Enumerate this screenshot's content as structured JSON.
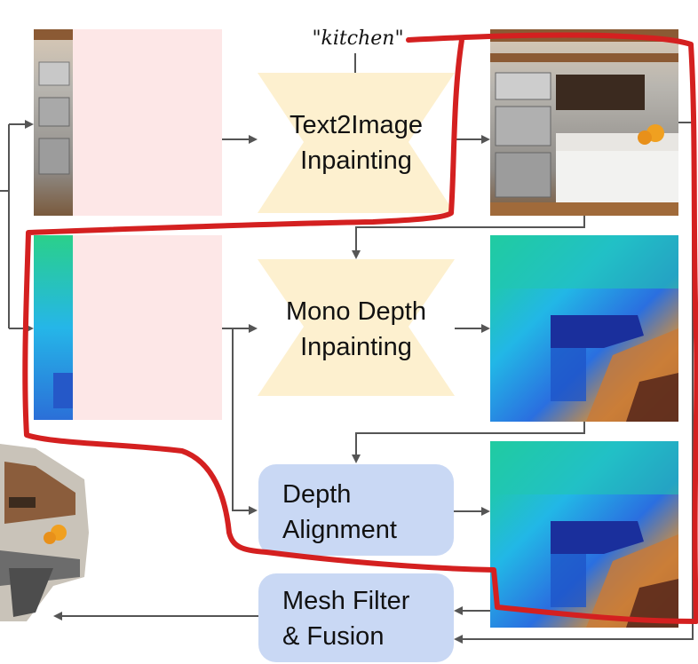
{
  "prompt": {
    "text": "\"kitchen\""
  },
  "nodes": {
    "text2image": {
      "line1": "Text2Image",
      "line2": "Inpainting"
    },
    "mono_depth": {
      "line1": "Mono Depth",
      "line2": "Inpainting"
    },
    "depth_alignment": {
      "line1": "Depth",
      "line2": "Alignment"
    },
    "mesh_fusion": {
      "line1": "Mesh Filter",
      "line2": "& Fusion"
    }
  },
  "colors": {
    "network_block": "#fdf0cf",
    "process_block": "#c9d8f4",
    "mask_region": "#fde7e7",
    "arrow": "#555555",
    "highlight_outline": "#d42020"
  },
  "icons": [
    "kitchen-render-image",
    "depth-map-image",
    "arrow-right-icon",
    "arrow-down-icon",
    "arrow-left-icon"
  ]
}
